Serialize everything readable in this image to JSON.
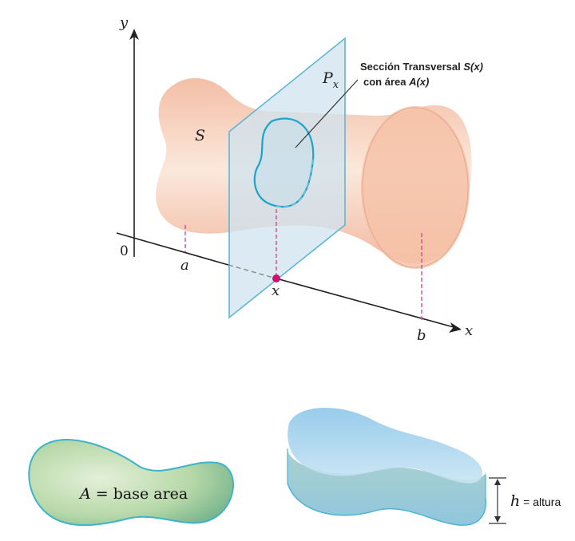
{
  "labels": {
    "y_axis": "y",
    "x_axis": "x",
    "origin": "0",
    "a": "a",
    "b": "b",
    "x_point": "x",
    "solid": "S",
    "plane_p": "P",
    "plane_sub": "x",
    "cross_section_line1": "Sección Transversal ",
    "cross_section_line1_math": "S(x)",
    "cross_section_line2": "con área ",
    "cross_section_line2_math": "A(x)",
    "base_A": "A",
    "base_eq": " = base area",
    "h": "h",
    "h_eq": " = altura"
  },
  "colors": {
    "solid_fill": "#f4c7ad",
    "plane_fill": "#cfe3ef",
    "plane_edge": "#5fb6d4",
    "section_edge": "#1fa3c9",
    "dashed_pink": "#d0508c",
    "point_x": "#d0106e",
    "base_fill": "#9cc99a",
    "cylinder_fill": "#a9d3ea"
  }
}
